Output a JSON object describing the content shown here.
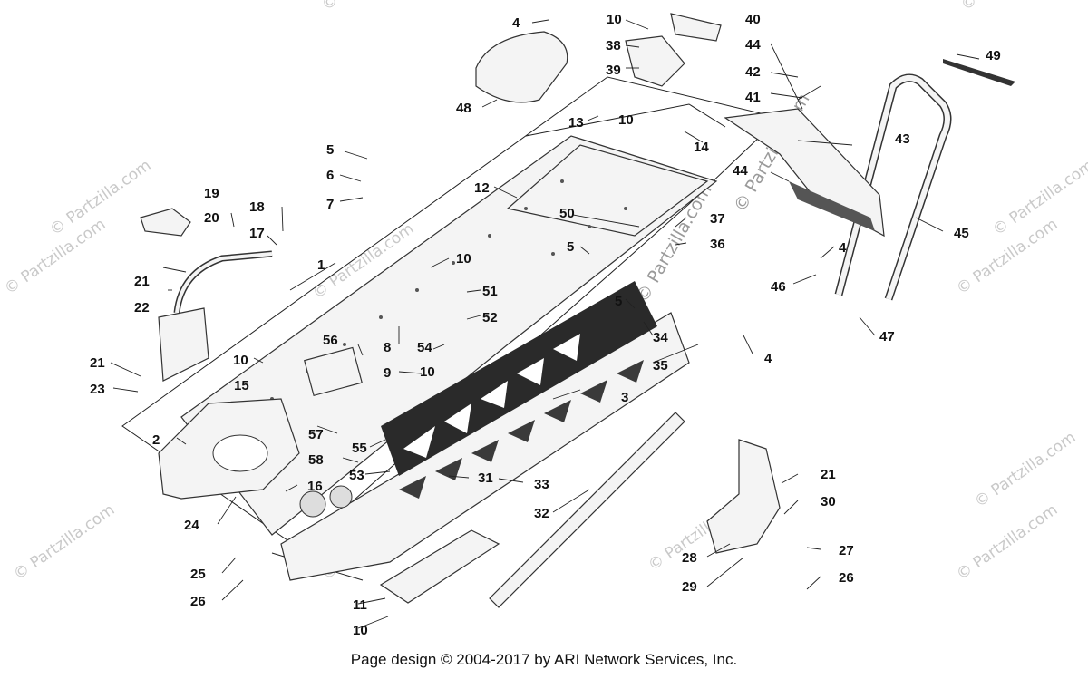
{
  "footer": "Page design © 2004-2017 by ARI Network Services, Inc.",
  "watermark": "© Partzilla.com",
  "callouts": [
    "1",
    "2",
    "3",
    "4",
    "5",
    "6",
    "7",
    "8",
    "9",
    "10",
    "11",
    "12",
    "13",
    "14",
    "15",
    "16",
    "17",
    "18",
    "19",
    "20",
    "21",
    "22",
    "23",
    "24",
    "25",
    "26",
    "27",
    "28",
    "29",
    "30",
    "31",
    "32",
    "33",
    "34",
    "35",
    "36",
    "37",
    "38",
    "39",
    "40",
    "41",
    "42",
    "43",
    "44",
    "45",
    "46",
    "47",
    "48",
    "49",
    "50",
    "51",
    "52",
    "53",
    "54",
    "55",
    "56",
    "57",
    "58"
  ]
}
